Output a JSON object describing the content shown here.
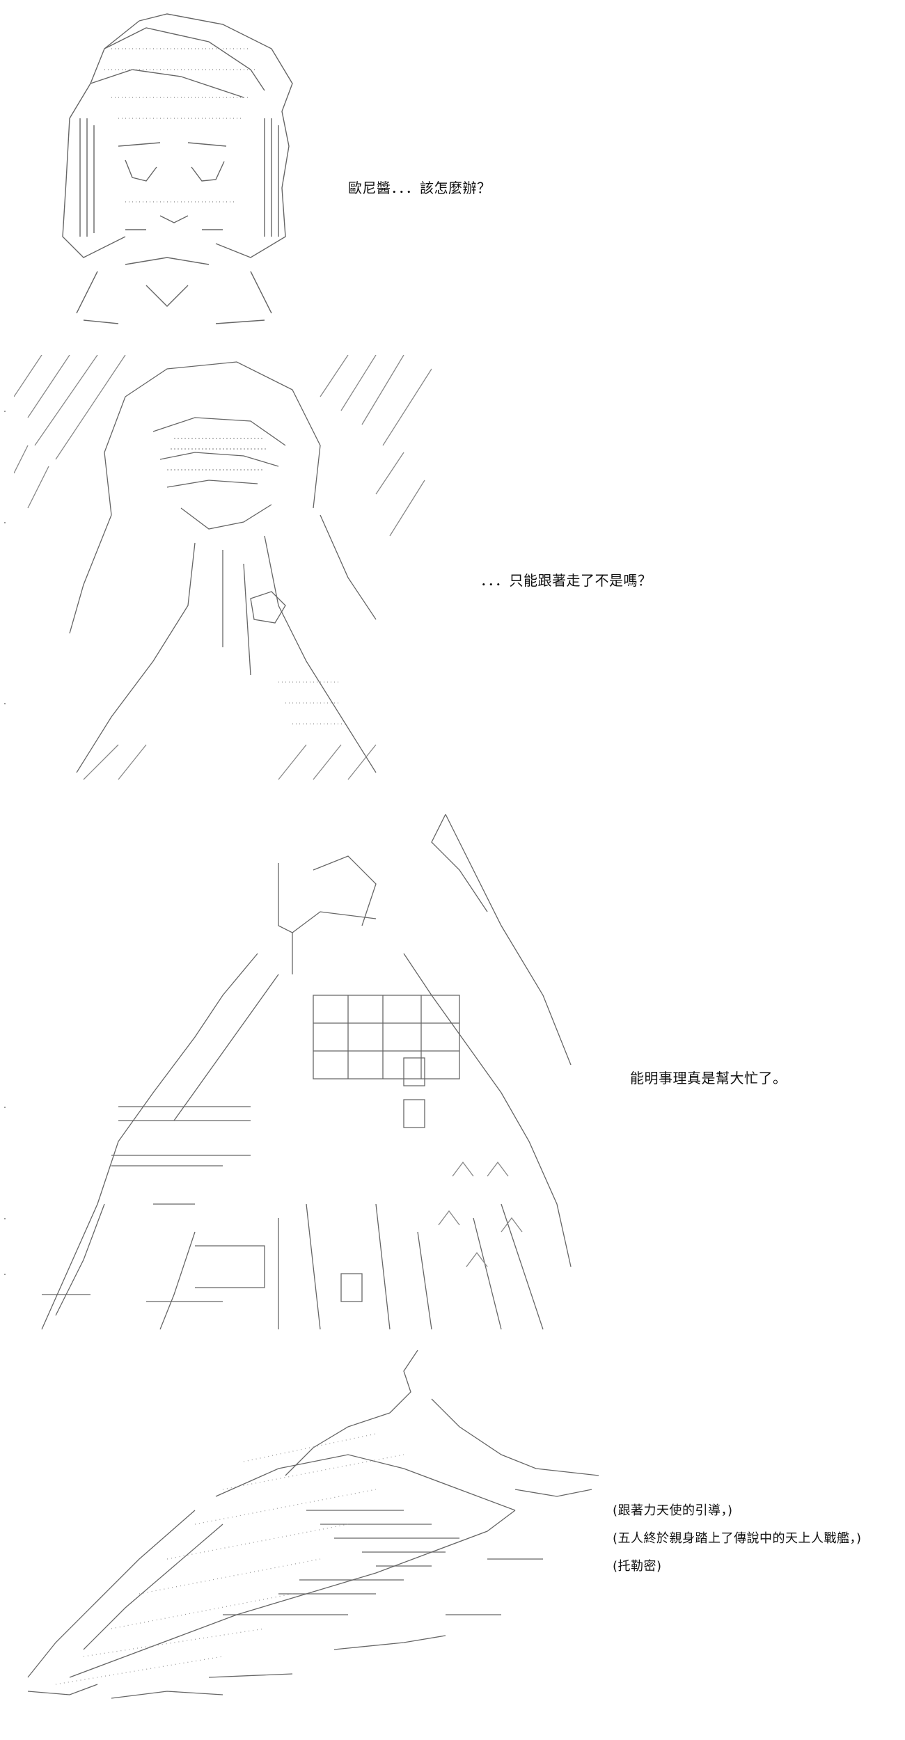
{
  "panels": [
    {
      "id": "panel-1",
      "art": "ascii-art-girl-portrait",
      "dialogue": [
        "歐尼醬．．．該怎麼辦？"
      ]
    },
    {
      "id": "panel-2",
      "art": "ascii-art-hooded-figure",
      "dialogue": [
        "．．．只能跟著走了不是嗎？"
      ]
    },
    {
      "id": "panel-3",
      "art": "ascii-art-mechanical-structure",
      "dialogue": [
        "能明事理真是幫大忙了。"
      ]
    },
    {
      "id": "panel-4",
      "art": "ascii-art-flying-warship",
      "dialogue": [
        "(跟著力天使的引導，)",
        "(五人終於親身踏上了傳說中的天上人戰艦，)",
        "(托勒密)"
      ]
    }
  ],
  "colors": {
    "background": "#ffffff",
    "text": "#111111",
    "art_stroke": "#666666"
  }
}
